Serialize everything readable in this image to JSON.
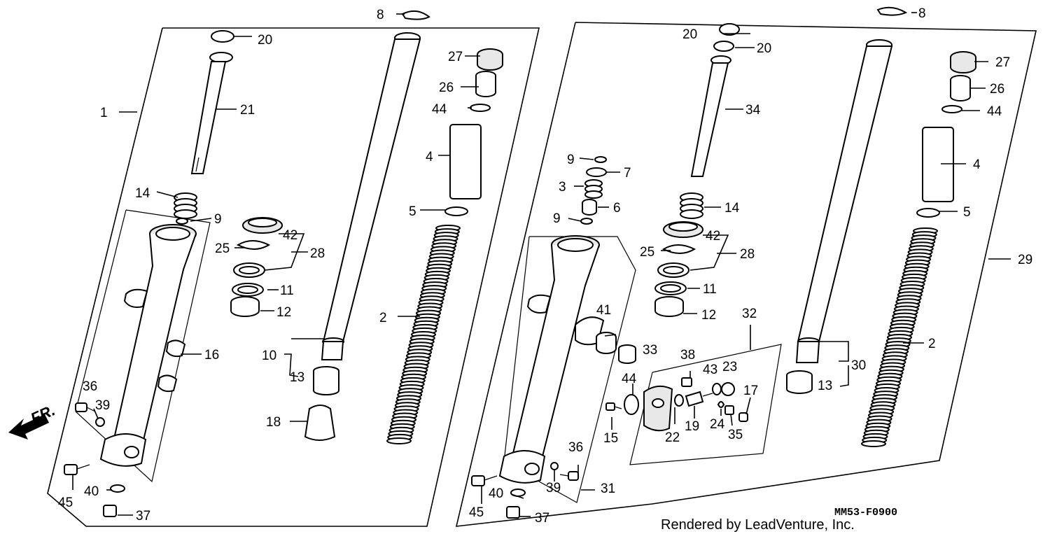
{
  "diagram": {
    "drawing_code": "MM53-F0900",
    "credit": "Rendered by LeadVenture, Inc.",
    "direction_label": "FR.",
    "callouts": {
      "l1": "1",
      "l2": "2",
      "l4": "4",
      "l5": "5",
      "l8": "8",
      "l9": "9",
      "l10": "10",
      "l11": "11",
      "l12": "12",
      "l13": "13",
      "l14": "14",
      "l16": "16",
      "l18": "18",
      "l20": "20",
      "l21": "21",
      "l25": "25",
      "l26": "26",
      "l27": "27",
      "l28": "28",
      "l36": "36",
      "l37": "37",
      "l39": "39",
      "l40": "40",
      "l42": "42",
      "l44": "44",
      "l45": "45",
      "r2": "2",
      "r3": "3",
      "r4": "4",
      "r5": "5",
      "r6": "6",
      "r7": "7",
      "r8": "8",
      "r9a": "9",
      "r9b": "9",
      "r11": "11",
      "r12": "12",
      "r13": "13",
      "r14": "14",
      "r15": "15",
      "r17": "17",
      "r19": "19",
      "r20a": "20",
      "r20b": "20",
      "r22": "22",
      "r23": "23",
      "r24": "24",
      "r25": "25",
      "r26": "26",
      "r27": "27",
      "r28": "28",
      "r29": "29",
      "r30": "30",
      "r31": "31",
      "r32": "32",
      "r33": "33",
      "r34": "34",
      "r35": "35",
      "r36": "36",
      "r37": "37",
      "r38": "38",
      "r39": "39",
      "r40": "40",
      "r41": "41",
      "r42": "42",
      "r43": "43",
      "r44a": "44",
      "r44b": "44",
      "r45": "45"
    }
  }
}
